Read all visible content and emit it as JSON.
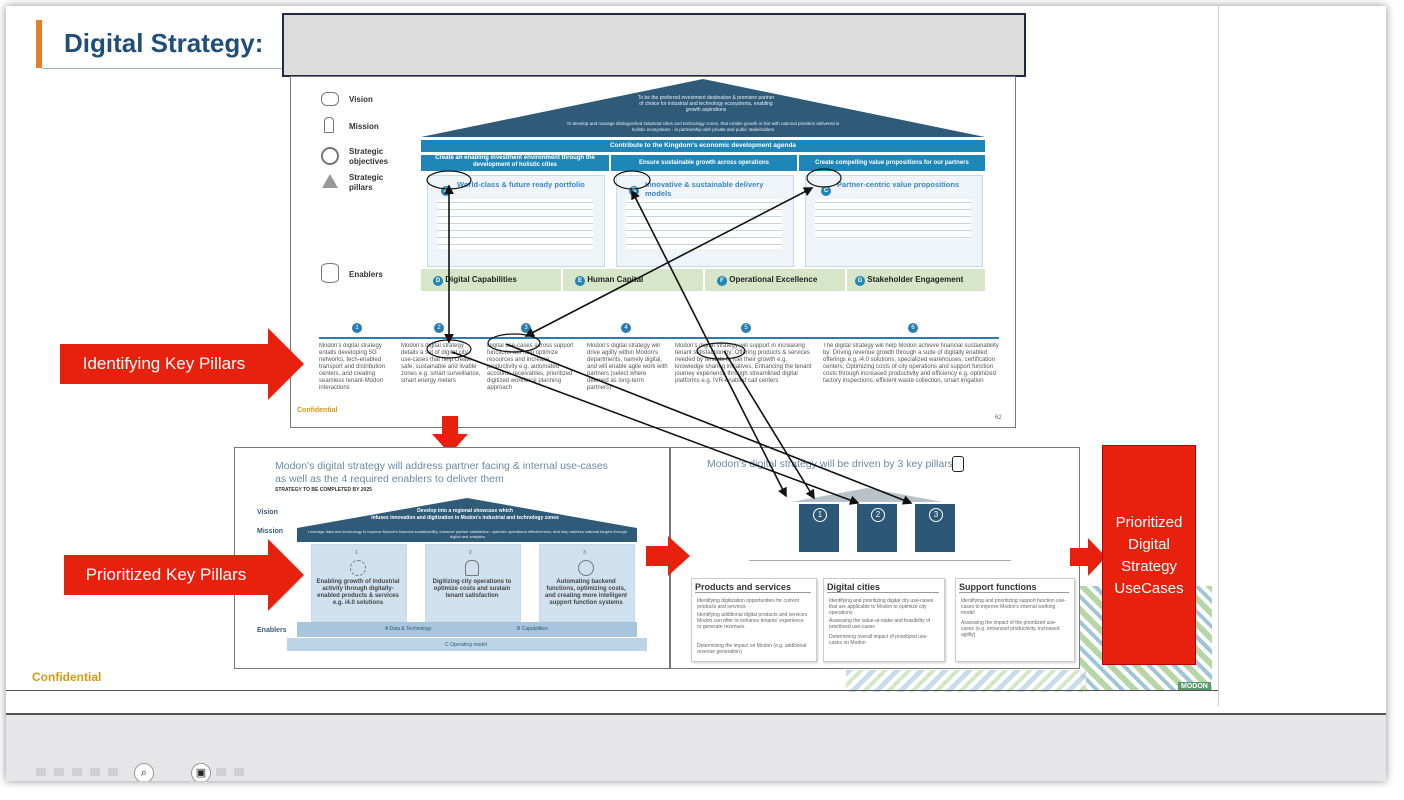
{
  "title": "Digital Strategy:",
  "slide_top": {
    "rows": {
      "vision": "Vision",
      "mission": "Mission",
      "objectives_1": "Strategic",
      "objectives_2": "objectives",
      "pillars_1": "Strategic",
      "pillars_2": "pillars",
      "enablers": "Enablers"
    },
    "vision_text_1": "To be the preferred investment destination & premiere partner",
    "vision_text_2": "of choice for industrial and technology ecosystems, enabling",
    "vision_text_3": "growth aspirations",
    "mission_text_1": "To develop and manage distinguished industrial cities and technology zones, that enable growth in line with national priorities delivered in",
    "mission_text_2": "holistic ecosystems - in partnership with private and public stakeholders",
    "kingdom_bar": "Contribute to the Kingdom's economic development agenda",
    "objectives": [
      "Create an enabling investment environment through the development of holistic cities",
      "Ensure sustainable growth across operations",
      "Create compelling value propositions for our partners"
    ],
    "pillars": [
      {
        "letter": "A",
        "title": "World-class & future ready portfolio"
      },
      {
        "letter": "B",
        "title": "Innovative & sustainable delivery models"
      },
      {
        "letter": "C",
        "title": "Partner-centric value propositions"
      }
    ],
    "enablers": [
      {
        "letter": "D",
        "label": "Digital Capabilities"
      },
      {
        "letter": "E",
        "label": "Human Capital"
      },
      {
        "letter": "F",
        "label": "Operational Excellence"
      },
      {
        "letter": "G",
        "label": "Stakeholder Engagement"
      }
    ],
    "columns": [
      {
        "num": "1",
        "text": "Modon's digital strategy entails developing 5G networks, tech-enabled transport and distribution centers, and creating seamless tenant-Modon interactions"
      },
      {
        "num": "2",
        "text": "Modon's digital strategy details a set of digital city use-cases that help create safe, sustainable and livable zones e.g. smart surveillance, smart energy meters"
      },
      {
        "num": "3",
        "text": "Digital use-cases across support functions will help optimize resources and increase productivity e.g. automated accounts receivables, prioritized digitized workforce planning approach"
      },
      {
        "num": "4",
        "text": "Modon's digital strategy will drive agility within Modon's departments, namely digital, and will enable agile work with partners (select where deemed as long-term partners)"
      },
      {
        "num": "5",
        "text": "Modon's digital strategy will support in increasing tenant satisfaction by: Offering products & services needed by tenants to fuel their growth e.g. knowledge sharing initiatives; Enhancing the tenant journey experience through streamlined digital platforms e.g. IVR-enabled call centers"
      },
      {
        "num": "6",
        "text": "The digital strategy will help Modon achieve financial sustainability by: Driving revenue growth through a suite of digitally enabled offerings e.g. i4.0 solutions, specialized warehouses, certification centers; Optimizing costs of city operations and support function costs through increased productivity and efficiency e.g. optimized factory inspections, efficient waste collection, smart irrigation"
      }
    ],
    "confidential": "Confidential",
    "page_num": "62"
  },
  "slide_left": {
    "heading_1": "Modon's digital strategy will address partner facing & internal use-cases",
    "heading_2": "as well as the 4 required enablers to deliver them",
    "subheading": "STRATEGY TO BE COMPLETED BY 2025",
    "vision_label": "Vision",
    "mission_label": "Mission",
    "enablers_label": "Enablers",
    "roof_text_1": "Develop into a regional showcase which",
    "roof_text_2": "infuses innovation and digitization in Modon's industrial and technology zones",
    "mission_text": "Leverage data and technology to improve Modon's financial sustainability, enhance partner satisfaction, optimize operations effectiveness, and help address national targets through digital and analytics",
    "pillars": [
      {
        "num": "1",
        "text": "Enabling growth of industrial activity through digitally-enabled products & services e.g. i4.0 solutions"
      },
      {
        "num": "2",
        "text": "Digitizing city operations to optimize costs and sustain tenant satisfaction"
      },
      {
        "num": "3",
        "text": "Automating backend functions, optimizing costs, and creating more intelligent support function systems"
      }
    ],
    "enablers": [
      {
        "letter": "A",
        "label": "Data & Technology"
      },
      {
        "letter": "B",
        "label": "Capabilities"
      },
      {
        "letter": "C",
        "label": "Operating model"
      }
    ]
  },
  "slide_right": {
    "heading": "Modon's digital strategy will be driven by 3 key pillars",
    "pillar_nums": [
      "1",
      "2",
      "3"
    ],
    "boxes": [
      {
        "title": "Products and services",
        "items": [
          "Identifying digitization opportunities for current products and services",
          "Identifying additional digital products and services Modon can offer to enhance tenants' experience or generate revenues",
          "Determining the impact on Modon (e.g. additional revenue generation)"
        ]
      },
      {
        "title": "Digital cities",
        "items": [
          "Identifying and prioritizing digital city use-cases that are applicable to Modon to optimize city operations",
          "Assessing the value-at-stake and feasibility of prioritized use-cases",
          "Determining overall impact of prioritized use-cases on Modon"
        ]
      },
      {
        "title": "Support functions",
        "items": [
          "Identifying and prioritizing support function use-cases to improve Modon's internal working model",
          "Assessing the impact of the prioritized use-cases (e.g. enhanced productivity, increased agility)"
        ]
      }
    ]
  },
  "annotations": {
    "identifying": "Identifying Key Pillars",
    "prioritized": "Prioritized Key Pillars",
    "result_box": [
      "Prioritized",
      "Digital",
      "Strategy",
      "UseCases"
    ]
  },
  "footer": {
    "confidential": "Confidential",
    "logo": "MODON"
  },
  "colors": {
    "accent": "#e67e22",
    "title": "#1f4e79",
    "annotation_red": "#e8210f",
    "roof": "#2f5a78",
    "bar_blue": "#1f87b8"
  }
}
